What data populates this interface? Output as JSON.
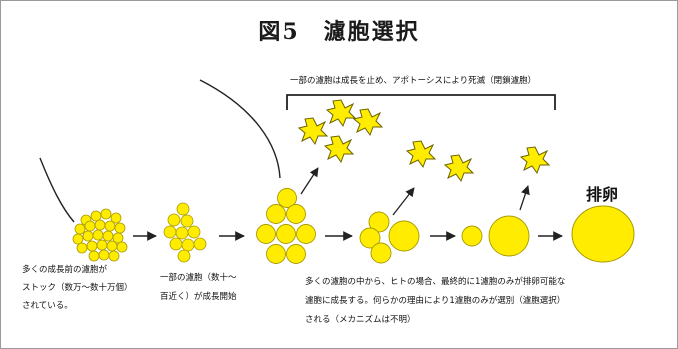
{
  "figure": {
    "title": "図5　濾胞選択",
    "top_caption": "一部の濾胞は成長を止め、アポトーシスにより死滅（閉鎖濾胞）",
    "stock_caption": [
      "多くの成長前の濾胞が",
      "ストック（数万～数十万個）",
      "されている。"
    ],
    "growth_caption": [
      "一部の濾胞（数十～",
      "百近く）が成長開始"
    ],
    "selection_caption": [
      "多くの濾胞の中から、ヒトの場合、最終的に1濾胞のみが排卵可能な",
      "濾胞に成長する。何らかの理由により1濾胞のみが選別（濾胞選択）",
      "される（メカニズムは不明）"
    ],
    "ovulation_label": "排卵"
  },
  "colors": {
    "follicle_fill": "#ffec00",
    "follicle_stroke": "#a89a00",
    "line": "#222222"
  }
}
